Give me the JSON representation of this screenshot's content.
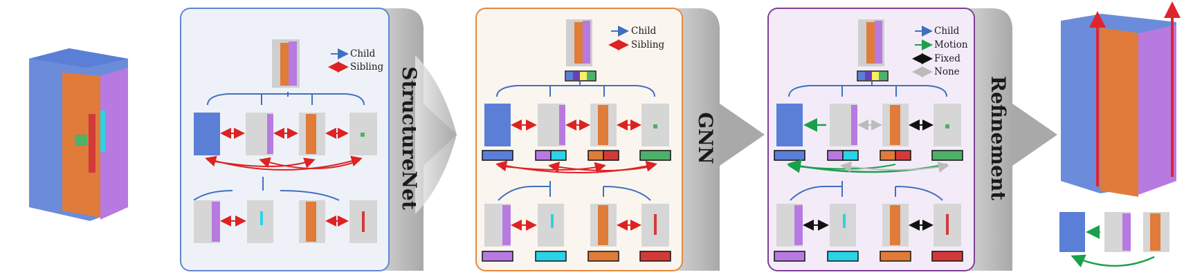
{
  "panels": {
    "structurenet": {
      "label": "StructureNet",
      "legend": [
        "Child",
        "Sibling"
      ]
    },
    "gnn": {
      "label": "GNN",
      "legend": [
        "Child",
        "Sibling"
      ]
    },
    "refinement_graph": {
      "legend": [
        "Child",
        "Motion",
        "Fixed",
        "None"
      ]
    },
    "refinement": {
      "label": "Refinement"
    }
  },
  "colors": {
    "blue_part": "#5b7fd6",
    "orange_part": "#e07b39",
    "purple_part": "#b77ae0",
    "cyan_part": "#2ad3e6",
    "red_part": "#d23a3a",
    "green_part": "#4fb06a",
    "panel1_border": "#5f86cf",
    "panel2_border": "#e3883c",
    "panel3_border": "#7d3f98",
    "child_arrow": "#3f6fc0",
    "sibling_arrow": "#dd2222",
    "motion_arrow": "#1aa04a",
    "fixed_arrow": "#111111",
    "none_arrow": "#bbbbbb"
  },
  "icons": [
    "point-cloud",
    "cabinet-part",
    "feature-vector",
    "gray-flow-arrow",
    "motion-axis-arrow"
  ]
}
